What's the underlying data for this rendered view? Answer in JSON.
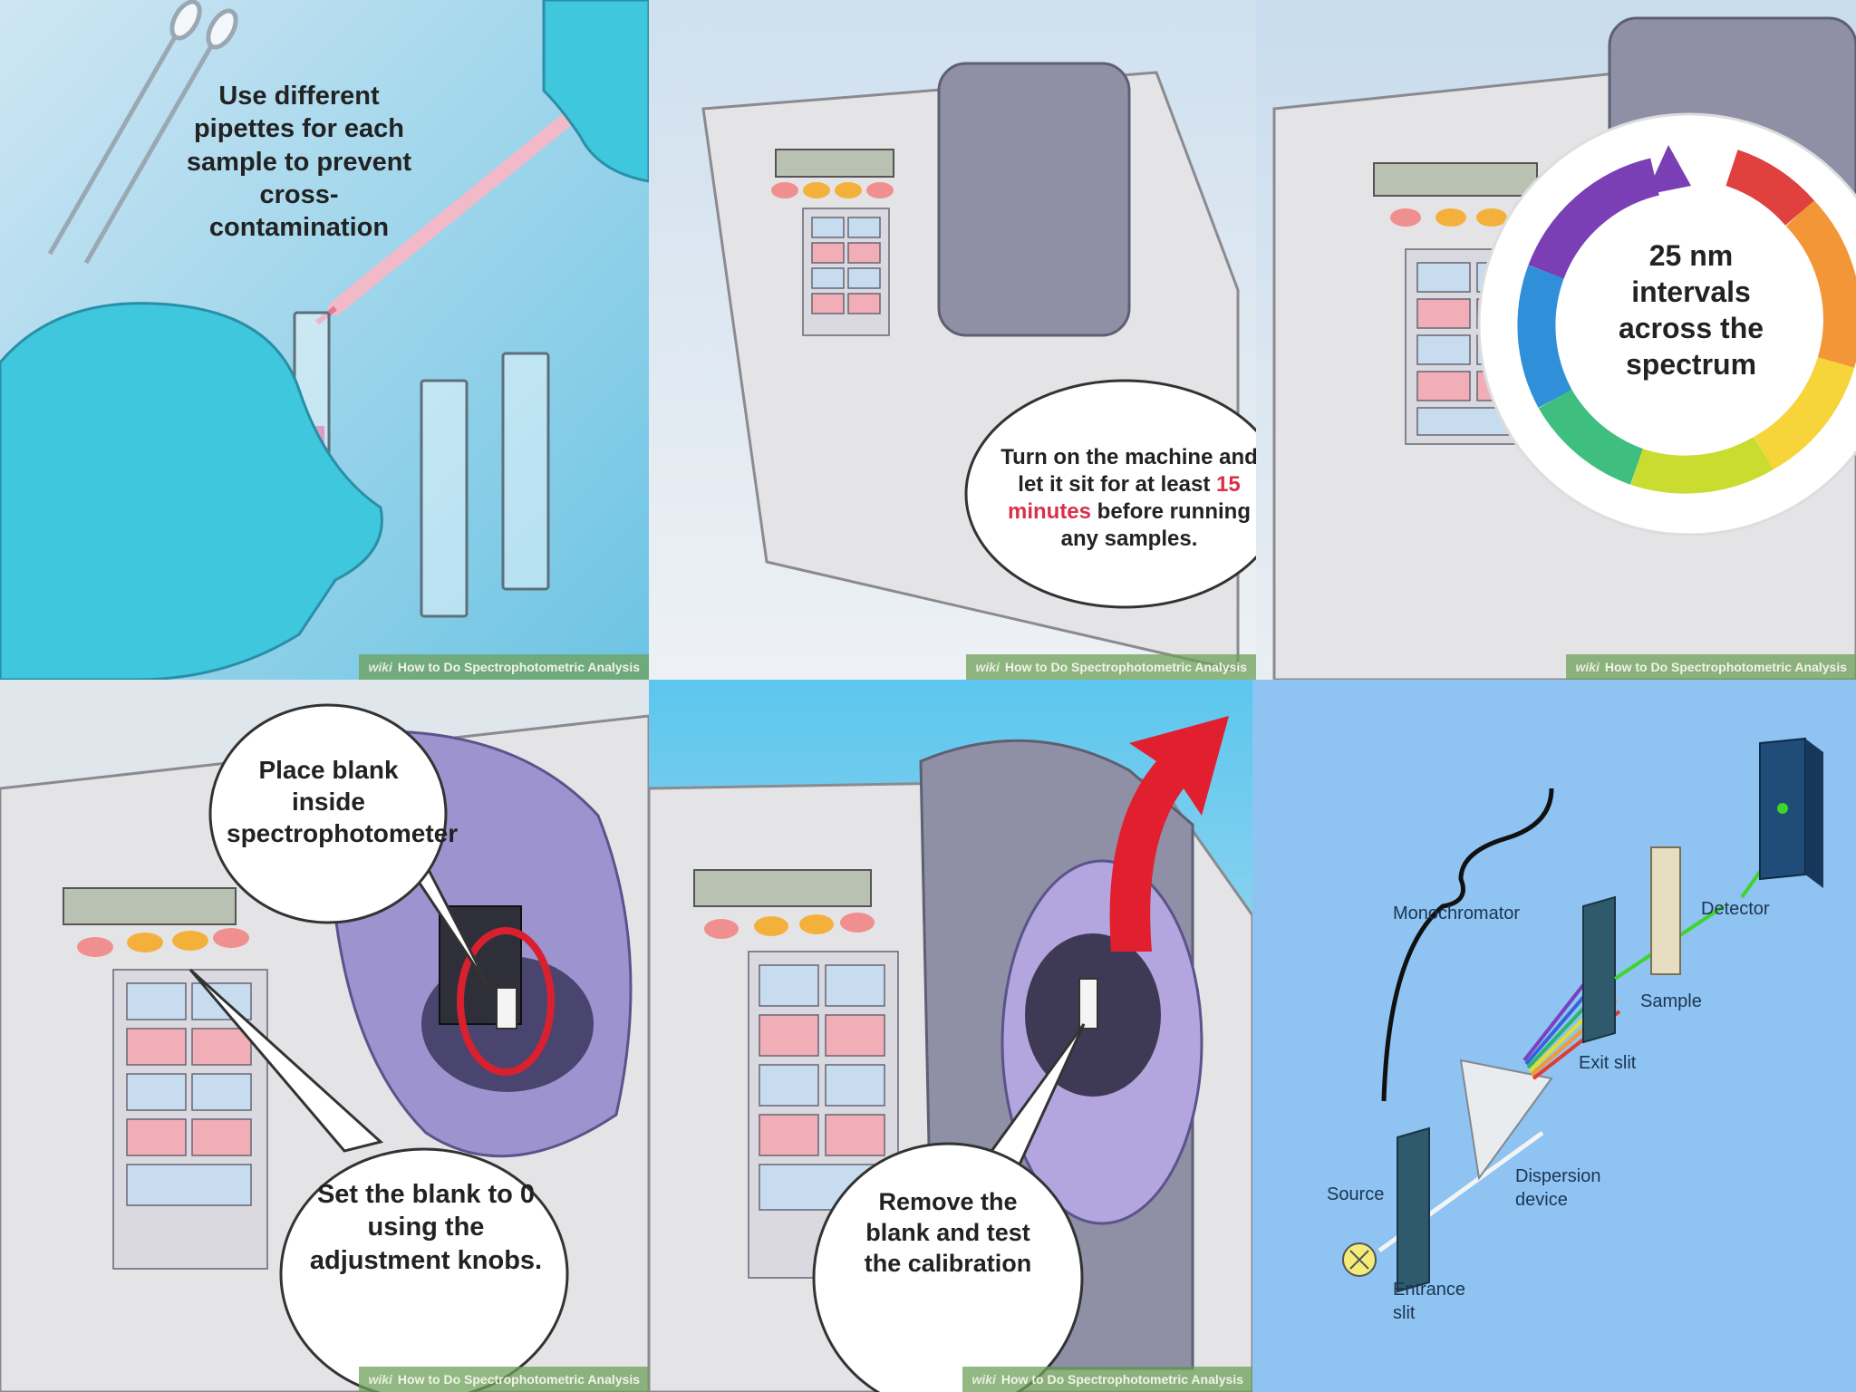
{
  "panels": [
    {
      "id": "pipettes",
      "text": "Use different pipettes for each sample to prevent cross-contamination",
      "caption_brand": "wiki",
      "caption": "How to Do Spectrophotometric Analysis"
    },
    {
      "id": "warmup",
      "text_before": "Turn on the machine and let it sit for at least ",
      "highlight": "15 minutes",
      "text_after": " before running any samples.",
      "caption_brand": "wiki",
      "caption": "How to Do Spectrophotometric Analysis"
    },
    {
      "id": "intervals",
      "text": "25 nm intervals across the spectrum",
      "caption_brand": "wiki",
      "caption": "How to Do Spectrophotometric Analysis"
    },
    {
      "id": "blank",
      "text_top": "Place blank inside spectrophotometer",
      "text_bottom": "Set the blank to 0 using the adjustment knobs.",
      "caption_brand": "wiki",
      "caption": "How to Do Spectrophotometric Analysis"
    },
    {
      "id": "remove",
      "text": "Remove the blank and test the calibration",
      "caption_brand": "wiki",
      "caption": "How to Do Spectrophotometric Analysis"
    },
    {
      "id": "schematic",
      "labels": {
        "monochromator": "Monochromator",
        "detector": "Detector",
        "sample": "Sample",
        "exit_slit": "Exit slit",
        "dispersion": "Dispersion device",
        "source": "Source",
        "entrance": "Entrance slit"
      }
    }
  ],
  "colors": {
    "glove": "#3ec7dd",
    "machine": "#e4e4e6",
    "lid": "#8f8fa6",
    "accent_red": "#d9304a",
    "schematic_bg": "#8ec3f2"
  }
}
